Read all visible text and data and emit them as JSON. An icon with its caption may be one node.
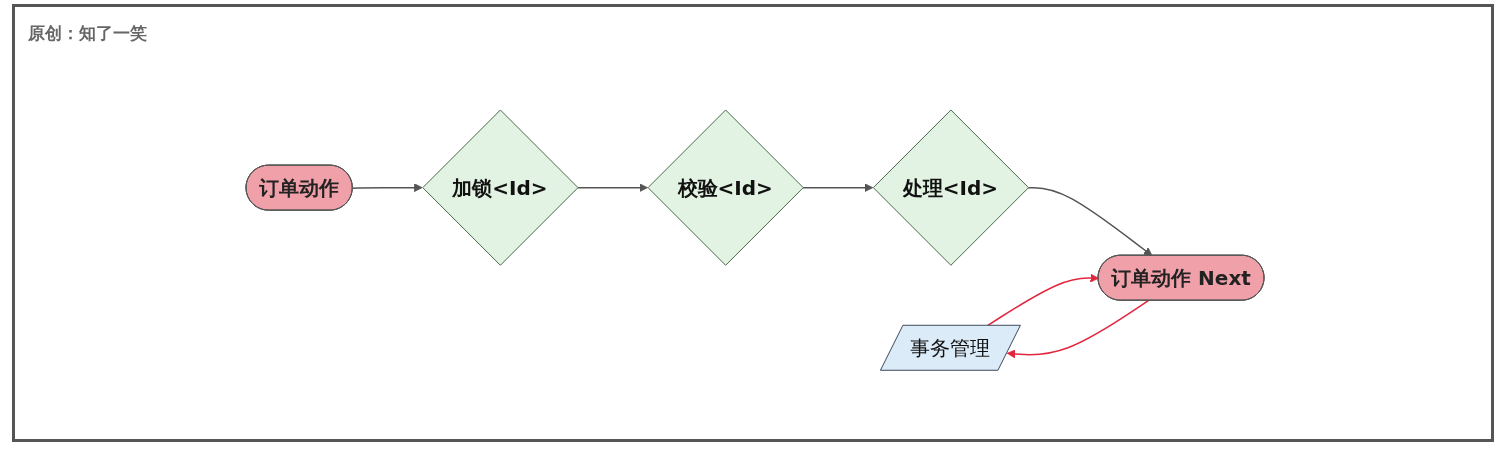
{
  "diagram": {
    "nodes": [
      {
        "text": [
          "事务管理"
        ]
      },
      {
        "text": [
          "订单动作"
        ]
      },
      {
        "text": [
          "加锁<Id>"
        ]
      },
      {
        "text": [
          "校验<Id>"
        ]
      },
      {
        "text": [
          "处理<Id>"
        ]
      },
      {
        "text": [
          "订单动作 Next"
        ]
      }
    ],
    "edges": [
      {
        "from": 1,
        "to": 2,
        "arrow": "to"
      },
      {
        "from": 2,
        "to": 3,
        "arrow": "to"
      },
      {
        "from": 3,
        "to": 4,
        "arrow": "to"
      },
      {
        "from": 4,
        "to": 5,
        "arrow": "to"
      },
      {
        "from": 5,
        "to": 0,
        "arrow": "to",
        "color": "#e3263f"
      },
      {
        "from": 0,
        "to": 5,
        "arrow": "to",
        "color": "#e3263f"
      }
    ],
    "labels": [
      "原创：知了一笑"
    ]
  }
}
